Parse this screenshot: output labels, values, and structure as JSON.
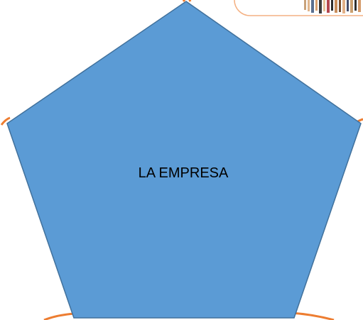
{
  "diagram": {
    "center_shape": {
      "label": "LA EMPRESA",
      "shape": "pentagon",
      "fill_color": "#5B9BD5",
      "stroke_color": "#41719C"
    },
    "connector_color": "#ED7D31",
    "corner_image": {
      "description_icon": "people-group-image",
      "border_color": "#F4B183"
    }
  }
}
